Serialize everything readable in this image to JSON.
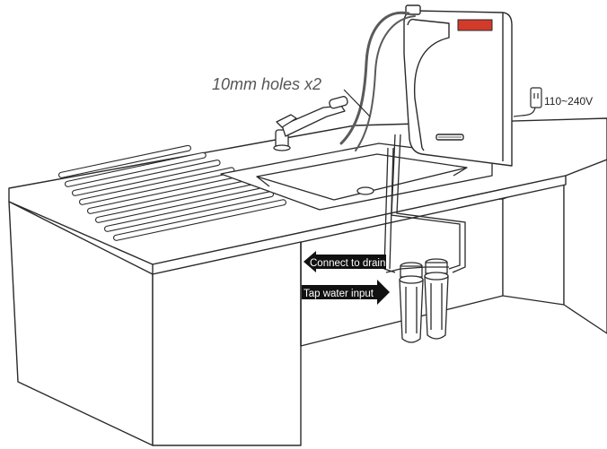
{
  "labels": {
    "holes": "10mm holes x2",
    "voltage": "110~240V",
    "drain": "Connect to drain",
    "tap": "Tap water input"
  },
  "colors": {
    "line": "#2a2a2a",
    "label_text": "#555555",
    "arrow_fill": "#111111",
    "arrow_text": "#ffffff",
    "display_red": "#d23b2a",
    "hose": "#5a5a5a",
    "fill_white": "#ffffff"
  },
  "icons": {
    "faucet": "kitchen-faucet",
    "outlet": "power-outlet-icon",
    "ionizer": "water-ionizer-unit",
    "filters": "twin-filter-cartridges"
  }
}
